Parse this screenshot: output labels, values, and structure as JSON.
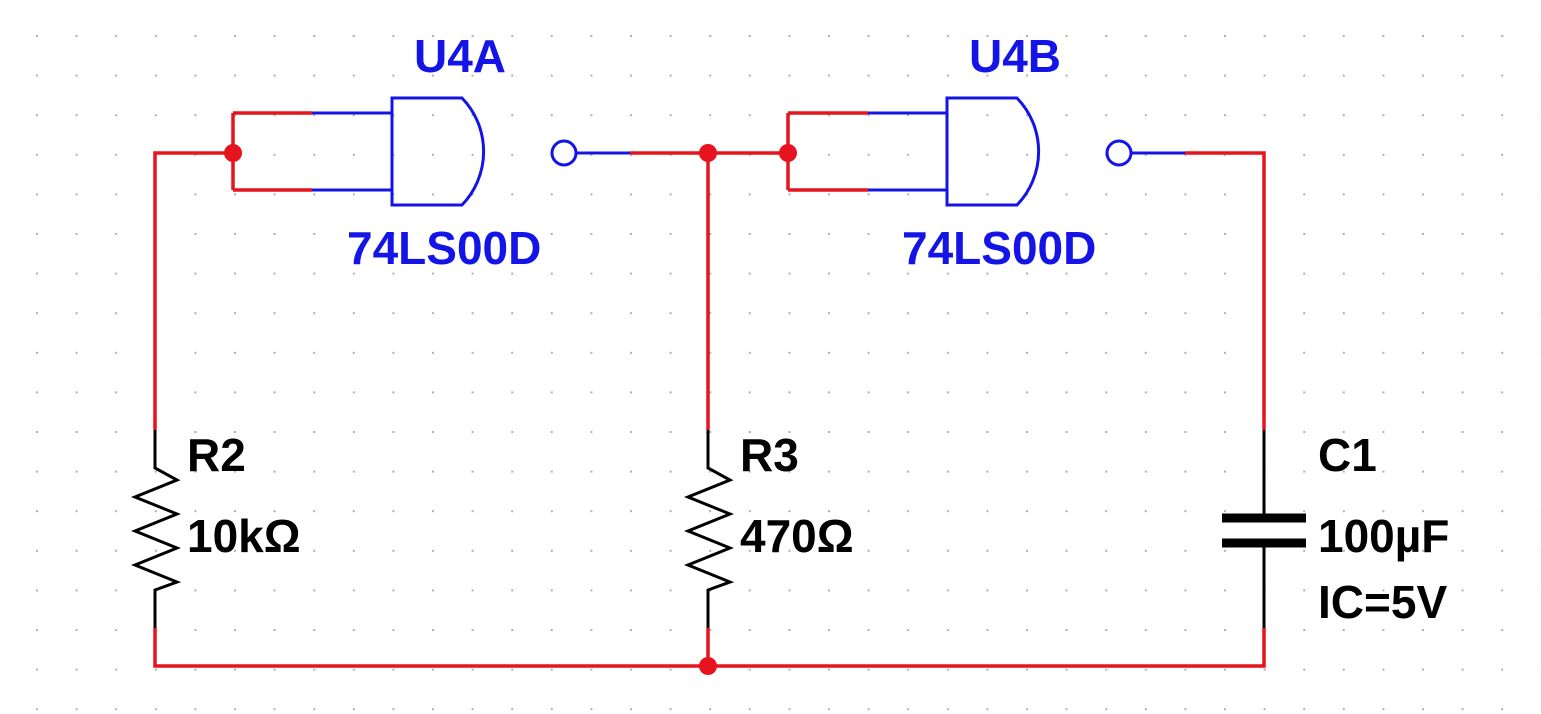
{
  "colors": {
    "background": "#ffffff",
    "grid": "#b0b0b0",
    "wire": "#e6141e",
    "gate": "#1414e6",
    "component": "#000000"
  },
  "gates": [
    {
      "ref": "U4A",
      "part": "74LS00D",
      "type": "NAND"
    },
    {
      "ref": "U4B",
      "part": "74LS00D",
      "type": "NAND"
    }
  ],
  "resistors": [
    {
      "ref": "R2",
      "value": "10kΩ"
    },
    {
      "ref": "R3",
      "value": "470Ω"
    }
  ],
  "capacitor": {
    "ref": "C1",
    "value": "100µF",
    "ic": "IC=5V"
  }
}
